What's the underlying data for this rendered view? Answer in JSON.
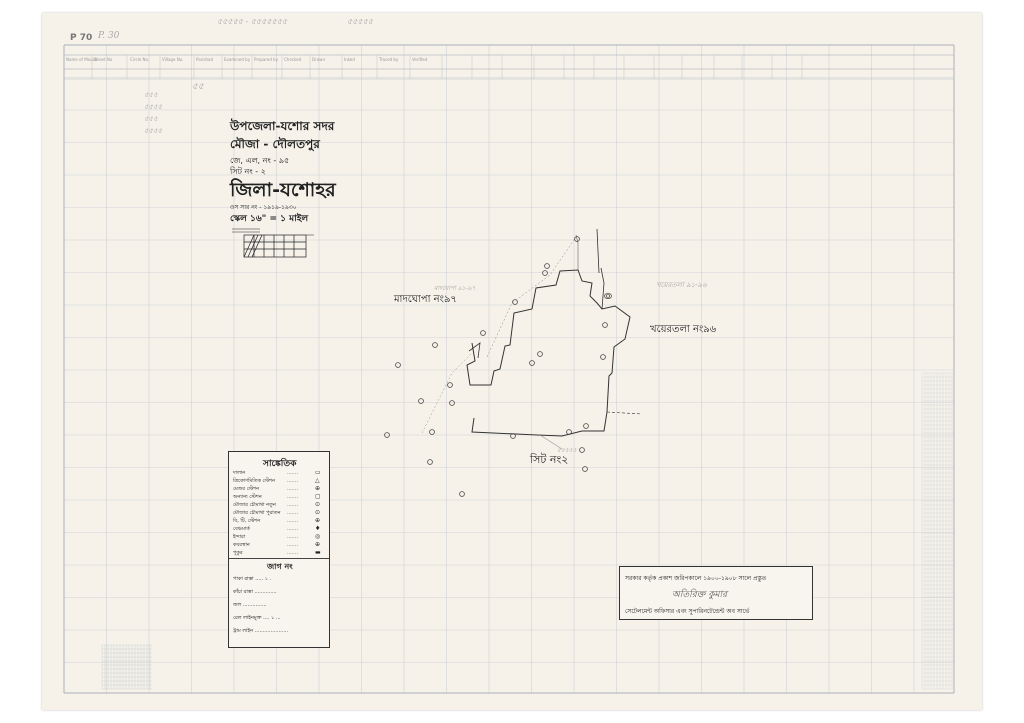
{
  "sheet": {
    "code": "P 70",
    "pencil_note_left": "P. 30",
    "pencil_note_top_1": "৫৫৫৫৫ - ৫৫৫৫৫৫৫",
    "pencil_note_top_2": "৫৫৫৫৫",
    "pencil_margin_1": "৫৫৫",
    "pencil_margin_2": "৫৫৫৫",
    "pencil_margin_3": "৫৫৫",
    "pencil_margin_4": "৫৫৫৫",
    "pencil_margin_5": "৫৫",
    "header_cells": [
      "Name of Mouza",
      "Sheet No",
      "Circle No.",
      "Village No.",
      "Parishad",
      "Examined by",
      "Prepared by",
      "Checked",
      "Drawn",
      "Inked",
      "Traced by",
      "Verified"
    ],
    "upazila": "উপজেলা-যশোর সদর",
    "mouza": "মৌজা - দৌলতপুর",
    "jl_no": "জে, এল, নং - ৯৫",
    "sheet_no": "সিট নং - ২",
    "district": "জিলা-যশোহর",
    "ref_no": "ওস সার নং - ১৯১৯-১৯৩০",
    "scale": "স্কেল ১৬\" = ১ মাইল",
    "neighbor_west": "মাদঘোপা নং৯৭",
    "neighbor_east": "খয়েরতলা নং৯৬",
    "sheet_ref": "সিট নং২",
    "pencil_west": "মাদঘোপা ৯১-৯৭",
    "pencil_east": "খয়েরতলা ৯১-৯৬",
    "pencil_south": "৫৫৫৫৫",
    "legend": {
      "title": "সাঙ্কেতিক",
      "items": [
        "দালান",
        "ত্রিকোণমিতিক স্টেশন",
        "মেজর স্টেশন",
        "অন্যান্য স্টেশন",
        "মৌজার চৌমাথা নতুন",
        "মৌজার চৌমাথা পুরাতন",
        "বি, টি, স্টেশন",
        "বেঞ্চমার্ক",
        "ইন্দারা",
        "কবরস্থান",
        "পুকুর"
      ],
      "section": "জাগ নং",
      "bottom": [
        "পাকা রাস্তা ..... ১ .",
        "কাঁচা রাস্তা ..............",
        "জল ...............",
        "রেল লাইনমুক্ত .... ১ ...",
        "ট্রাম লাইন ....................."
      ]
    },
    "footer": {
      "line1": "সরকার কর্তৃক প্রকাশ জরিপকালে ১৯০০-১৯০৮ সালে প্রস্তুত",
      "signature": "অতিরিক্ত কুমার",
      "line2": "সেটেলমেন্ট অফিসার এবং সুপারিনটেন্ডেন্ট অব সার্ভে"
    }
  },
  "colors": {
    "paper": "#f6f2ea",
    "grid": "#cfd2d6",
    "ink": "#222222"
  }
}
